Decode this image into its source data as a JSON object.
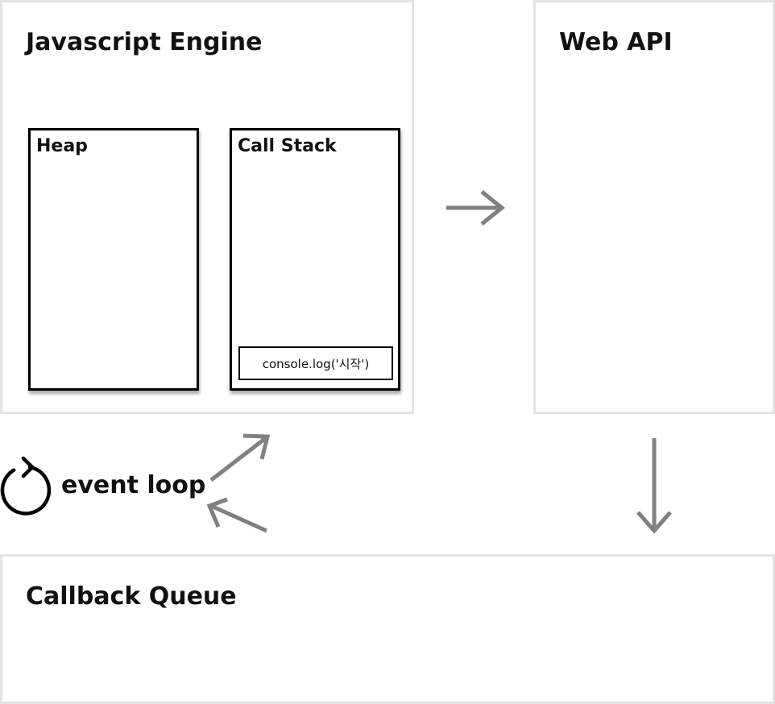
{
  "engine": {
    "title": "Javascript Engine",
    "heap": {
      "title": "Heap"
    },
    "call_stack": {
      "title": "Call Stack",
      "frames": [
        "console.log('시작')"
      ]
    }
  },
  "web_api": {
    "title": "Web API"
  },
  "callback_queue": {
    "title": "Callback Queue"
  },
  "event_loop": {
    "label": "event loop",
    "icon": "refresh-icon"
  },
  "colors": {
    "panel_border": "#e3e3e3",
    "box_border": "#000000",
    "arrow": "#808080",
    "text": "#111111"
  }
}
